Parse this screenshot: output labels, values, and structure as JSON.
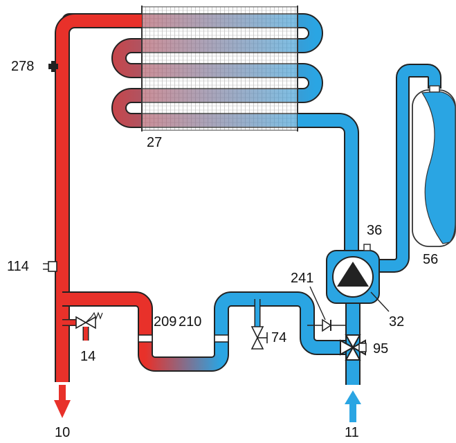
{
  "colors": {
    "hot": "#e8312a",
    "cold": "#2aa5e3",
    "line": "#1a1a1a",
    "vessel_fill": "#ffffff",
    "background": "#ffffff"
  },
  "labels": {
    "l278": "278",
    "l27": "27",
    "l36": "36",
    "l56": "56",
    "l114": "114",
    "l241": "241",
    "l32": "32",
    "l209": "209",
    "l210": "210",
    "l74": "74",
    "l95": "95",
    "l14": "14",
    "l10": "10",
    "l11": "11"
  }
}
